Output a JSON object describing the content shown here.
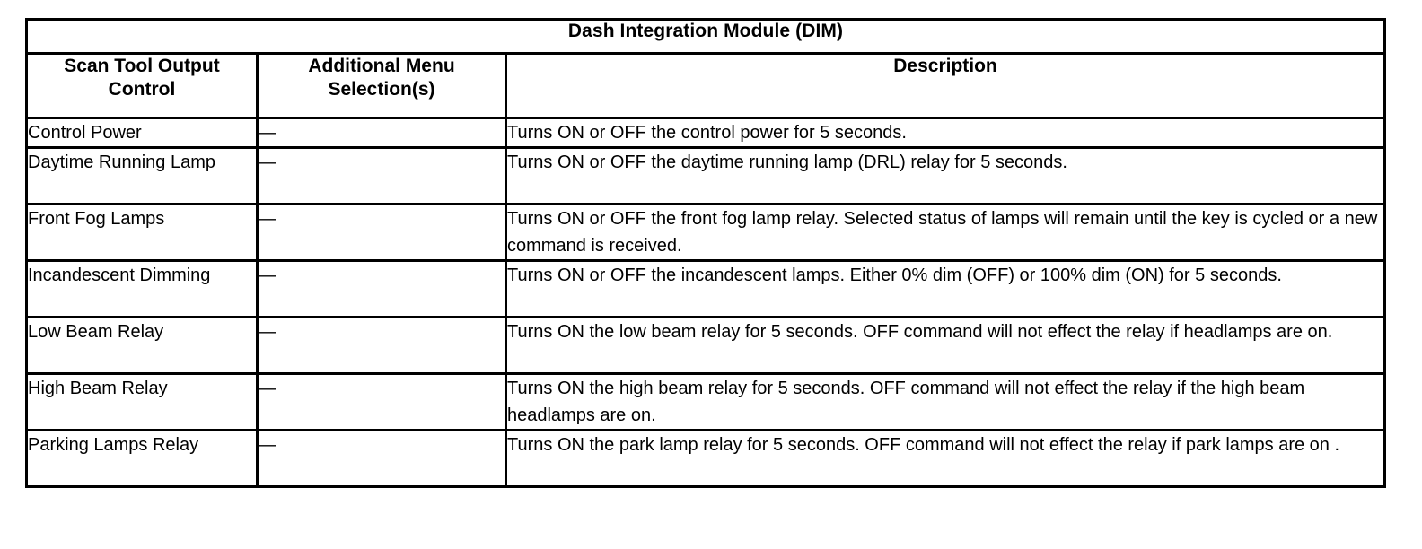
{
  "table": {
    "title": "Dash Integration Module (DIM)",
    "columns": [
      {
        "header": "Scan Tool Output Control"
      },
      {
        "header": "Additional Menu Selection(s)"
      },
      {
        "header": "Description"
      }
    ],
    "header_lines": {
      "col1_line1": "Scan Tool Output",
      "col1_line2": "Control",
      "col2_line1": "Additional Menu",
      "col2_line2": "Selection(s)",
      "col3_line1": "Description"
    },
    "dash_symbol": "—",
    "rows": [
      {
        "control": "Control Power",
        "menu": "—",
        "description": "Turns ON or OFF the control power for 5 seconds.",
        "lines": 1
      },
      {
        "control": "Daytime Running Lamp",
        "menu": "—",
        "description": "Turns ON or OFF the daytime running lamp (DRL) relay for 5 seconds.",
        "lines": 2
      },
      {
        "control": "Front Fog Lamps",
        "menu": "—",
        "description": "Turns ON or OFF the front fog lamp relay. Selected status of lamps will remain until the key is cycled or a new command is received.",
        "lines": 2
      },
      {
        "control": "Incandescent Dimming",
        "menu": "—",
        "description": "Turns ON or OFF the incandescent lamps. Either 0% dim (OFF) or 100% dim (ON) for 5 seconds.",
        "lines": 2
      },
      {
        "control": "Low Beam Relay",
        "menu": "—",
        "description": "Turns ON the low beam relay for 5 seconds. OFF command will not effect the relay if headlamps are on.",
        "lines": 2
      },
      {
        "control": "High Beam Relay",
        "menu": "—",
        "description": "Turns ON the high beam relay for 5 seconds. OFF command will not effect the relay if the high beam headlamps are on.",
        "lines": 2
      },
      {
        "control": "Parking Lamps Relay",
        "menu": "—",
        "description": "Turns ON the park lamp relay for 5 seconds. OFF command will not effect the relay if park lamps are on .",
        "lines": 2
      }
    ]
  },
  "colors": {
    "border": "#000000",
    "text": "#000000",
    "background": "#ffffff"
  }
}
